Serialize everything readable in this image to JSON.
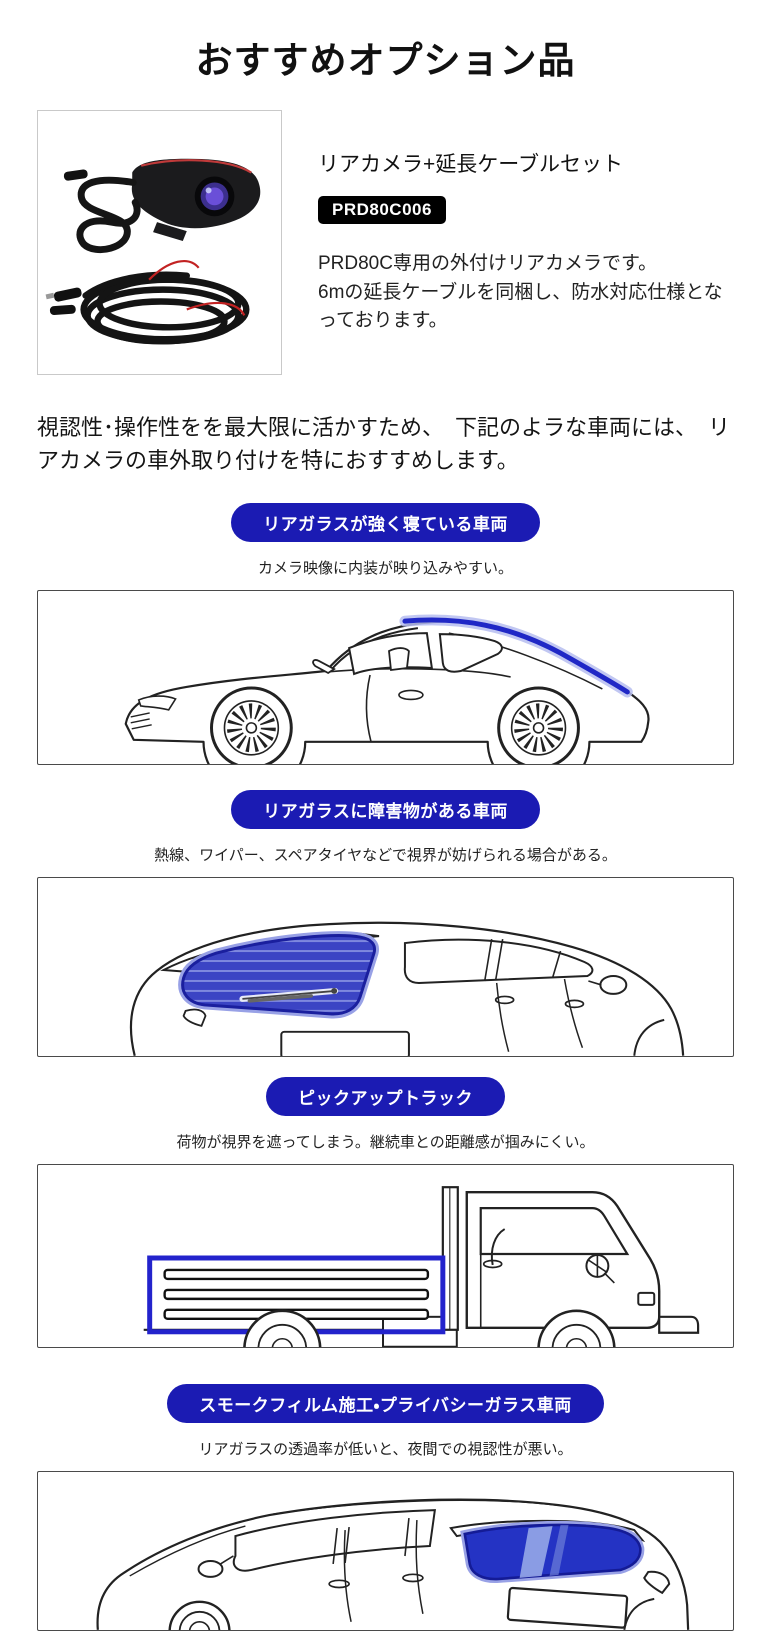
{
  "page": {
    "title": "おすすめオプション品"
  },
  "product": {
    "name": "リアカメラ+延長ケーブルセット",
    "model_badge": "PRD80C006",
    "description": "PRD80C専用の外付けリアカメラです。\n6mの延長ケーブルを同梱し、防水対応仕様となっております。"
  },
  "intro": "視認性･操作性をを最大限に活かすため、　下記のよラな車両には、　リアカメラの車外取り付けを特におすすめします。",
  "sections": [
    {
      "pill": "リアガラスが強く寝ている車両",
      "caption": "カメラ映像に内装が映り込みやすい。"
    },
    {
      "pill": "リアガラスに障害物がある車両",
      "caption": "熱線、ワイパー、スペアタイヤなどで視界が妨げられる場合がある。"
    },
    {
      "pill": "ピックアップトラック",
      "caption": "荷物が視界を遮ってしまう。継続車との距離感が掴みにくい。"
    },
    {
      "pill": "スモークフィルム施工・プライバシーガラス車両",
      "caption": "リアガラスの透過率が低いと、夜間での視認性が悪い。"
    }
  ],
  "colors": {
    "pill_bg": "#1b1bb3",
    "badge_bg": "#000000",
    "highlight_blue": "#2028c6",
    "glass_blue": "#2433c4",
    "line": "#222222",
    "text": "#1f1f1f",
    "page_bg": "#ffffff"
  }
}
